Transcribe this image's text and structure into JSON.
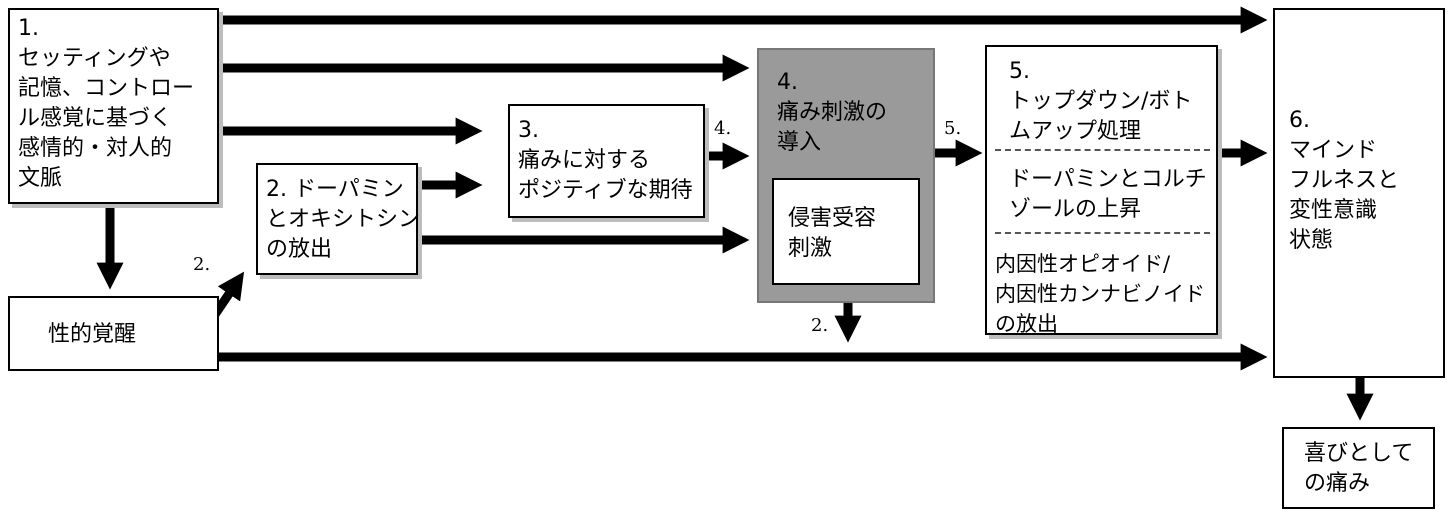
{
  "nodes": {
    "context": {
      "lines": [
        "1.",
        "セッティングや",
        "記憶、コントロー",
        "ル感覚に基づく",
        "感情的・対人的",
        "文脈"
      ]
    },
    "arousal": {
      "lines": [
        "性的覚醒"
      ]
    },
    "dopamine": {
      "lines": [
        "2. ドーパミン",
        "とオキシトシン",
        "の放出"
      ]
    },
    "expectation": {
      "lines": [
        "3.",
        "痛みに対する",
        "ポジティブな期待"
      ]
    },
    "pain": {
      "lines": [
        "4.",
        "痛み刺激の",
        "導入"
      ]
    },
    "nociceptive": {
      "lines": [
        "侵害受容",
        "刺激"
      ]
    },
    "processing": {
      "section1": [
        "5.",
        "トップダウン/ボト",
        "ムアップ処理"
      ],
      "section2": [
        "ドーパミンとコルチ",
        "ゾールの上昇"
      ],
      "section3": [
        "内因性オピオイド/",
        "内因性カンナビノイド",
        "の放出"
      ]
    },
    "mindfulness": {
      "lines": [
        "6.",
        "マインド",
        "フルネスと",
        "変性意識",
        "状態"
      ]
    },
    "joy": {
      "lines": [
        "喜びとして",
        "の痛み"
      ]
    }
  },
  "edge_labels": {
    "arousal_to_dopamine": "2.",
    "expectation_to_pain": "4.",
    "pain_to_processing": "5.",
    "pain_down": "2."
  }
}
